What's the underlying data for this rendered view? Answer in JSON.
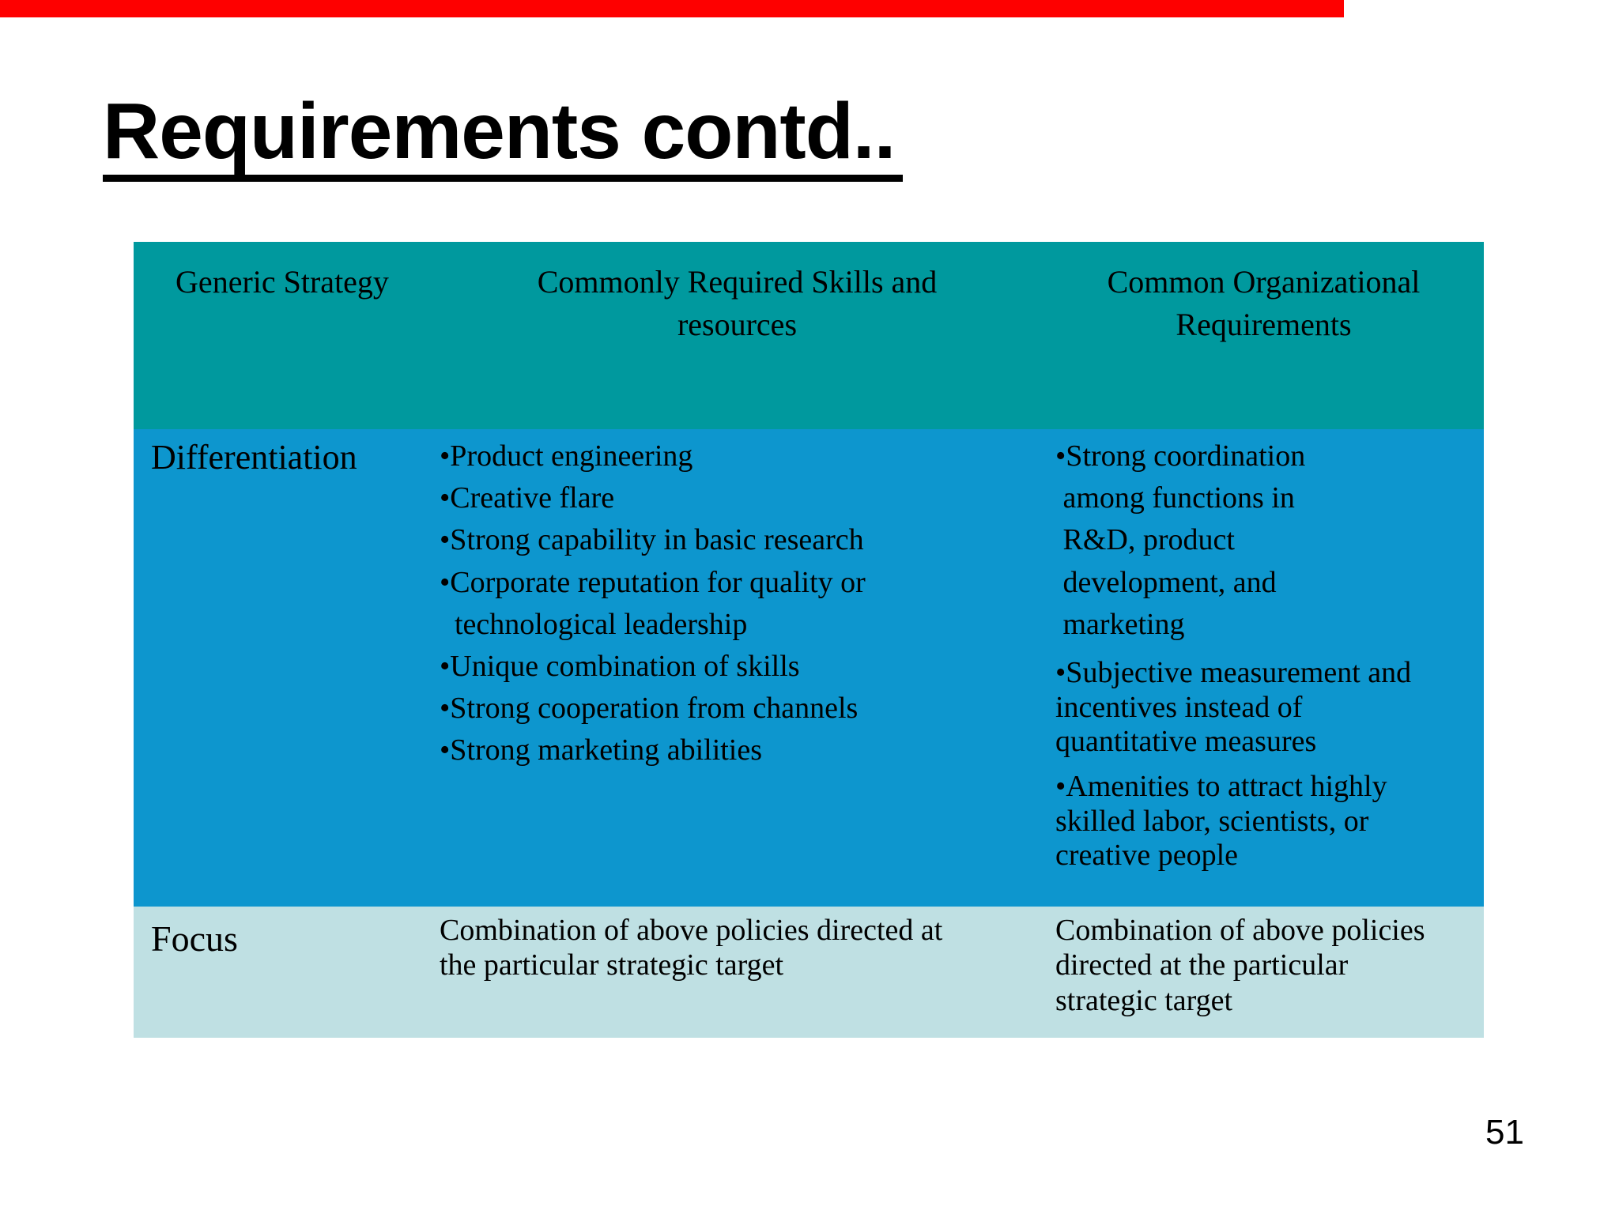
{
  "title": "Requirements contd..",
  "page_number": "51",
  "colors": {
    "red_bar": "#fe0000",
    "header_row_bg": "#00999e",
    "differentiation_row_bg": "#0d96ce",
    "focus_row_bg": "#bfe0e3",
    "text": "#000000"
  },
  "table": {
    "headers": [
      "Generic Strategy",
      "Commonly Required Skills and\nresources",
      "Common Organizational\nRequirements"
    ],
    "differentiation": {
      "strategy": "Differentiation",
      "skills": [
        "•Product engineering",
        "•Creative flare",
        "•Strong capability in basic research",
        "•Corporate reputation for quality or\n  technological leadership",
        "•Unique combination of skills",
        "•Strong cooperation from channels",
        "•Strong marketing abilities"
      ],
      "organizational": [
        "•Strong coordination\n among functions in\n R&D, product\n development, and\n marketing",
        "•Subjective measurement and\nincentives instead of\nquantitative measures",
        "•Amenities to attract highly\nskilled labor, scientists, or\ncreative people"
      ]
    },
    "focus": {
      "strategy": "Focus",
      "skills": "Combination of above policies directed at\nthe particular strategic target",
      "organizational": "Combination of above policies\ndirected at the particular\nstrategic target"
    }
  }
}
